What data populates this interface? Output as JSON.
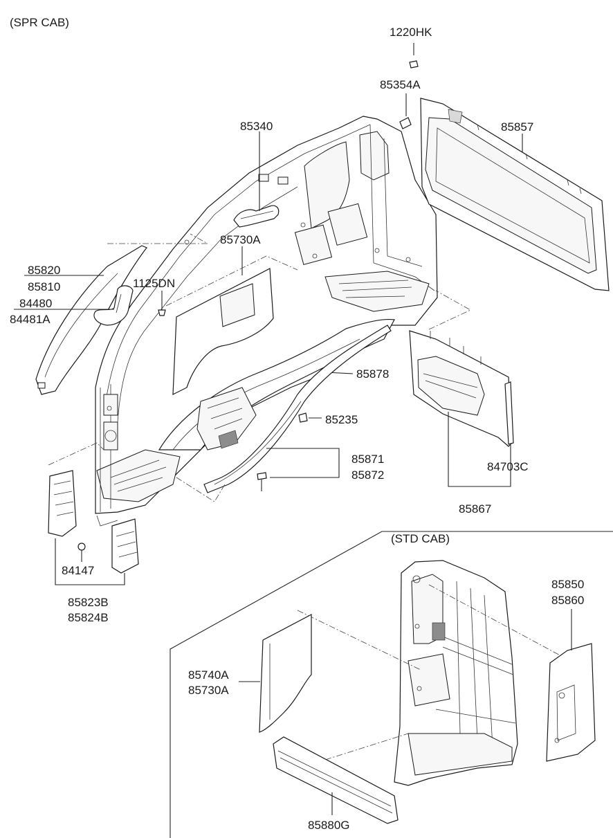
{
  "sections": {
    "spr": "(SPR CAB)",
    "std": "(STD CAB)"
  },
  "labels": {
    "p1220HK": "1220HK",
    "p85354A": "85354A",
    "p85857": "85857",
    "p85340": "85340",
    "p85730A": "85730A",
    "p85820": "85820",
    "p85810": "85810",
    "p1125DN": "1125DN",
    "p84480": "84480",
    "p84481A": "84481A",
    "p85878": "85878",
    "p85235": "85235",
    "p85871": "85871",
    "p85872": "85872",
    "p84703C": "84703C",
    "p85867": "85867",
    "p84147": "84147",
    "p85823B": "85823B",
    "p85824B": "85824B",
    "p85850": "85850",
    "p85860": "85860",
    "p85740A": "85740A",
    "p85730A_std": "85730A",
    "p85880G": "85880G"
  }
}
